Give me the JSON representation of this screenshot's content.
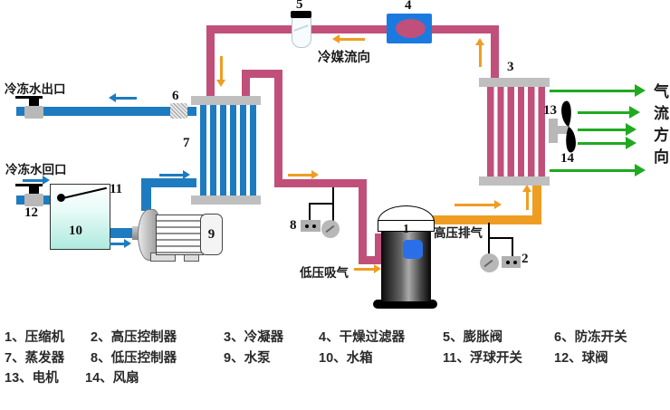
{
  "labels": {
    "chilled_water_outlet": "冷冻水出口",
    "chilled_water_return": "冷冻水回口",
    "refrigerant_flow": "冷媒流向",
    "airflow_direction": "气流方向",
    "hp_discharge": "高压排气",
    "lp_suction": "低压吸气"
  },
  "callouts": {
    "c1": "1",
    "c2": "2",
    "c3": "3",
    "c4": "4",
    "c5": "5",
    "c6": "6",
    "c7": "7",
    "c8": "8",
    "c9": "9",
    "c10": "10",
    "c11": "11",
    "c12": "12",
    "c13": "13",
    "c14": "14"
  },
  "legend": {
    "items": [
      "1、压缩机",
      "2、高压控制器",
      "3、冷凝器",
      "4、干燥过滤器",
      "5、膨胀阀",
      "6、防冻开关",
      "7、蒸发器",
      "8、低压控制器",
      "9、水泵",
      "10、水箱",
      "11、浮球开关",
      "12、球阀",
      "13、电机",
      "14、风扇"
    ]
  },
  "colors": {
    "pipe_pink": "#c0507a",
    "pipe_blue": "#1e7bc0",
    "pipe_orange": "#ef9d22",
    "arrow_green": "#1faa1f",
    "metal_gray": "#bfbfbf",
    "filter_blue": "#1b7ae0",
    "compressor_blue": "#2a6fe8",
    "tank_fill": "#aeeade",
    "text": "#1a1a1a"
  }
}
